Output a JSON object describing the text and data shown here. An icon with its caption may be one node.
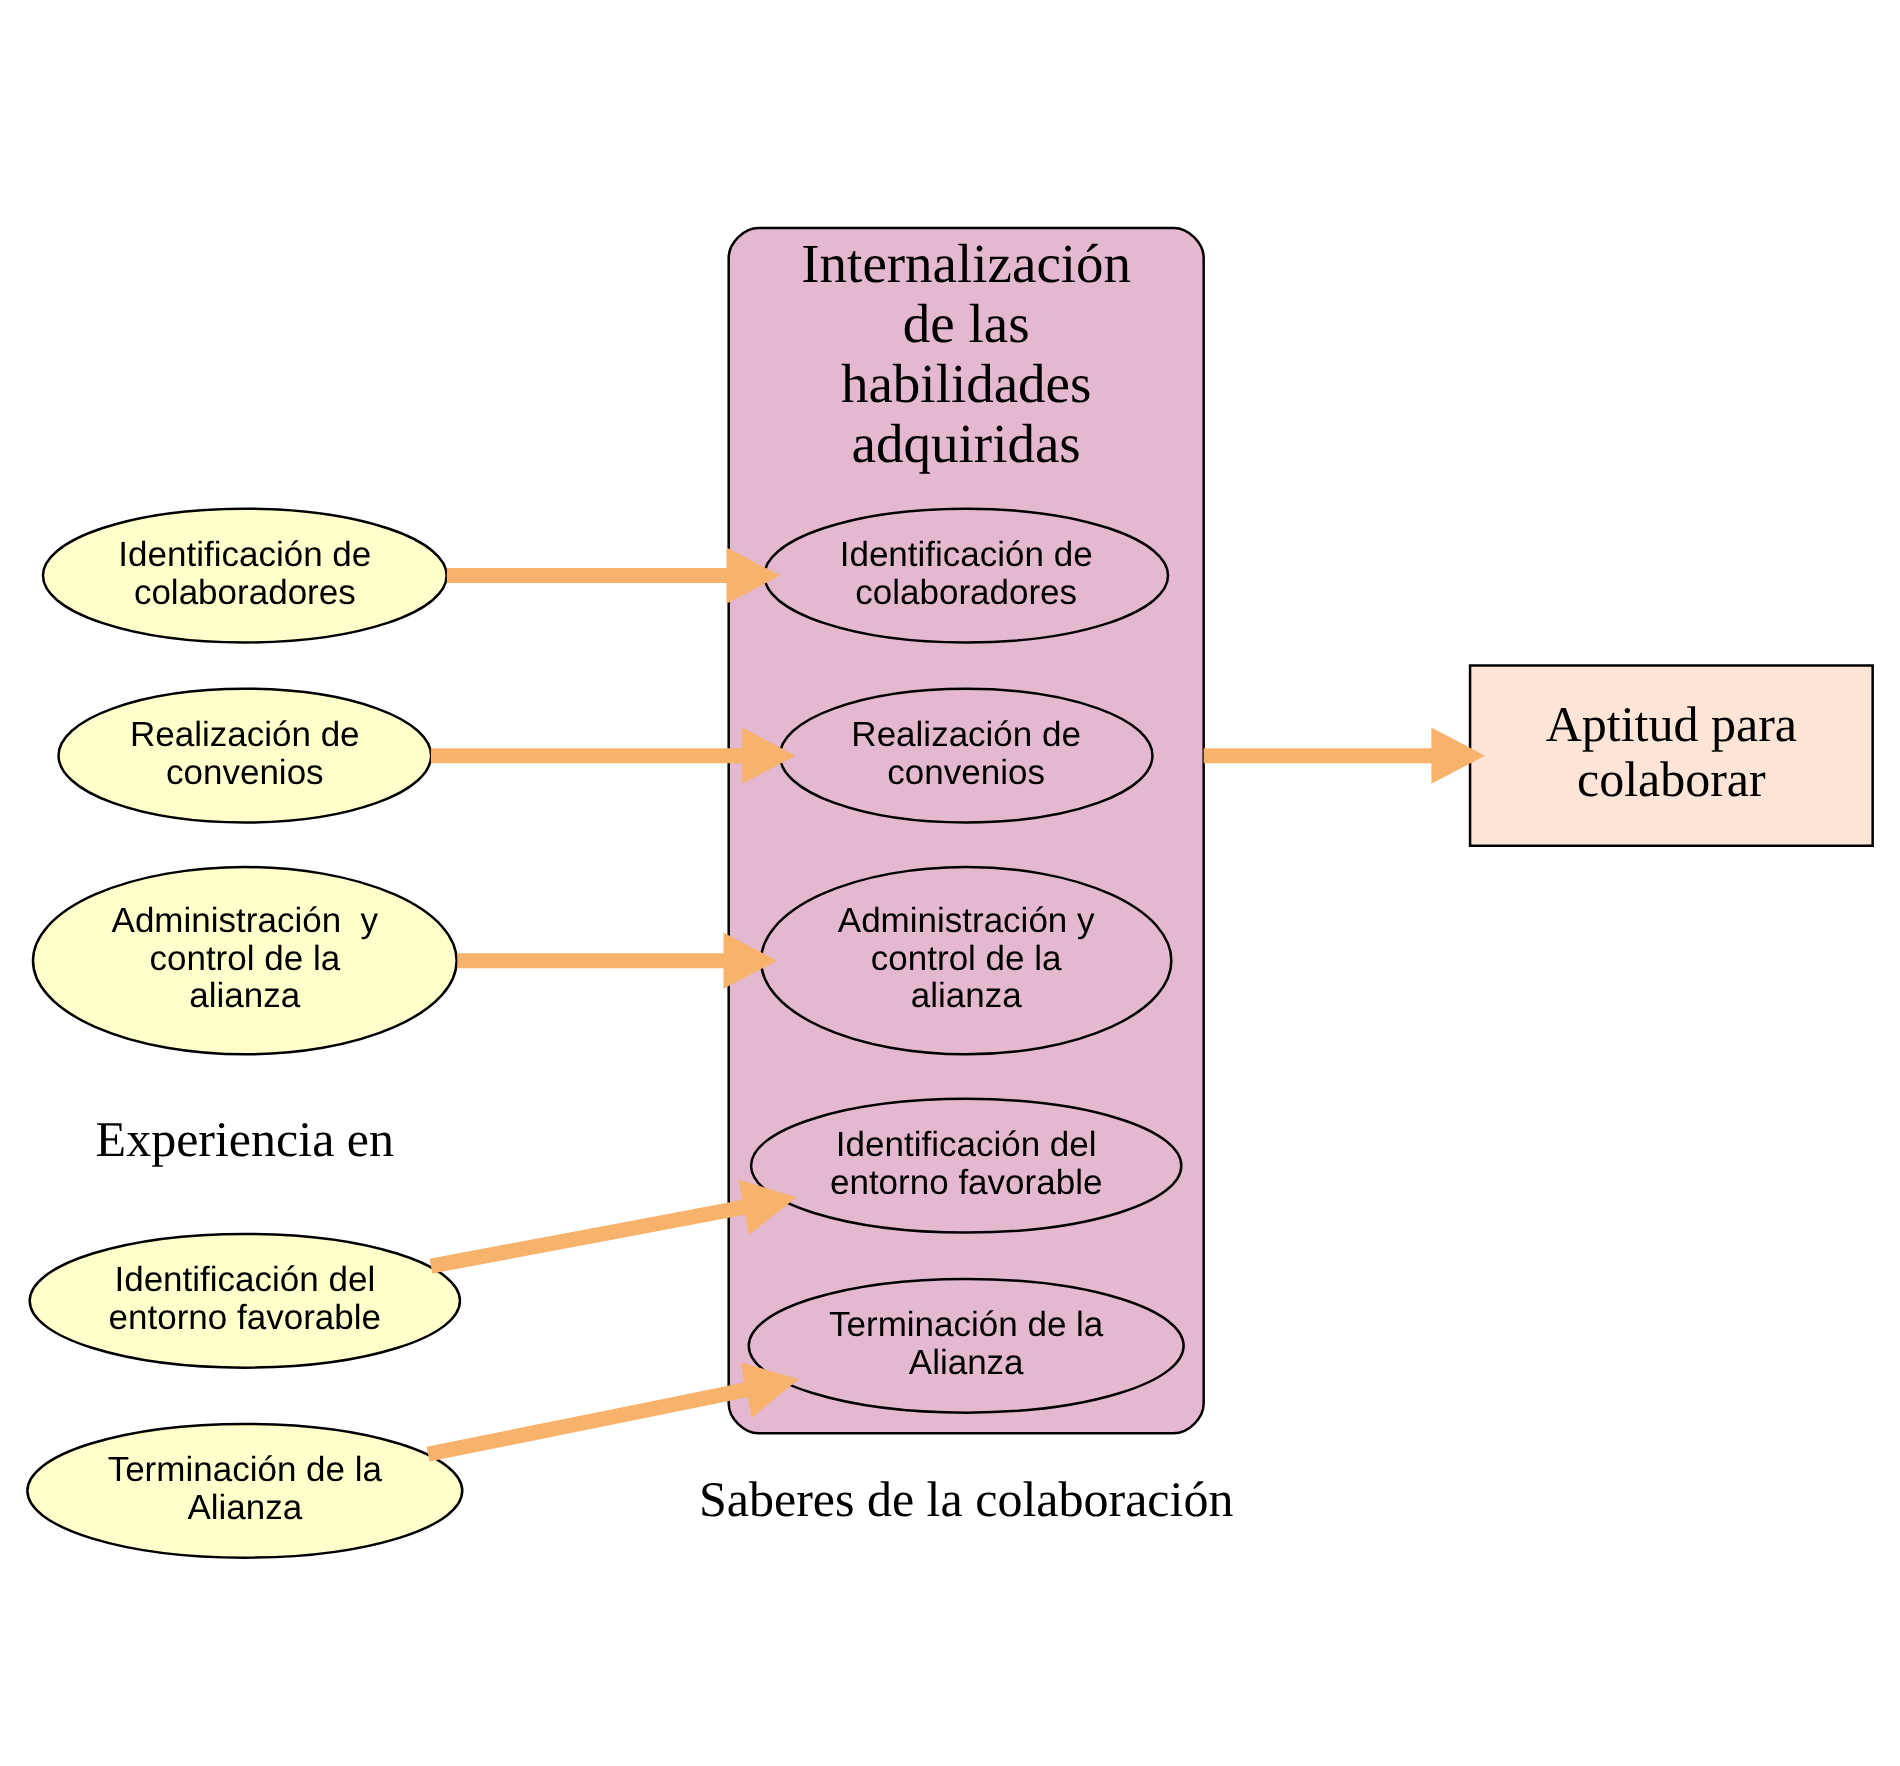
{
  "diagram": {
    "nodes": [
      {
        "text": [
          "Identificación del entorno favorable"
        ]
      },
      {
        "text": [
          "Identificación de colaboradores"
        ]
      },
      {
        "text": [
          "Realización de convenios"
        ]
      },
      {
        "text": [
          "Administración  y control de la alianza"
        ]
      },
      {
        "text": [
          "Terminación de la Alianza"
        ]
      },
      {
        "text": [
          "Internalización de las habilidades adquiridas"
        ]
      },
      {
        "text": [
          "Identificación del entorno favorable"
        ],
        "in": 5
      },
      {
        "text": [
          "Identificación de colaboradores"
        ],
        "in": 5
      },
      {
        "text": [
          "Realización de convenios"
        ],
        "in": 5
      },
      {
        "text": [
          "Administración y control de la alianza"
        ],
        "in": 5
      },
      {
        "text": [
          "Terminación de la Alianza"
        ],
        "in": 5
      },
      {
        "text": [
          "Aptitud para colaborar"
        ]
      }
    ],
    "edges": [
      {
        "from": 0,
        "to": 6,
        "arrow": "to"
      },
      {
        "from": 1,
        "to": 7,
        "arrow": "to"
      },
      {
        "from": 2,
        "to": 8,
        "arrow": "to"
      },
      {
        "from": 3,
        "to": 9,
        "arrow": "to"
      },
      {
        "from": 4,
        "to": 10,
        "arrow": "to"
      },
      {
        "from": 5,
        "to": 11,
        "arrow": "to"
      }
    ],
    "labels": [
      "Experiencia en",
      "Saberes de la colaboración"
    ]
  }
}
